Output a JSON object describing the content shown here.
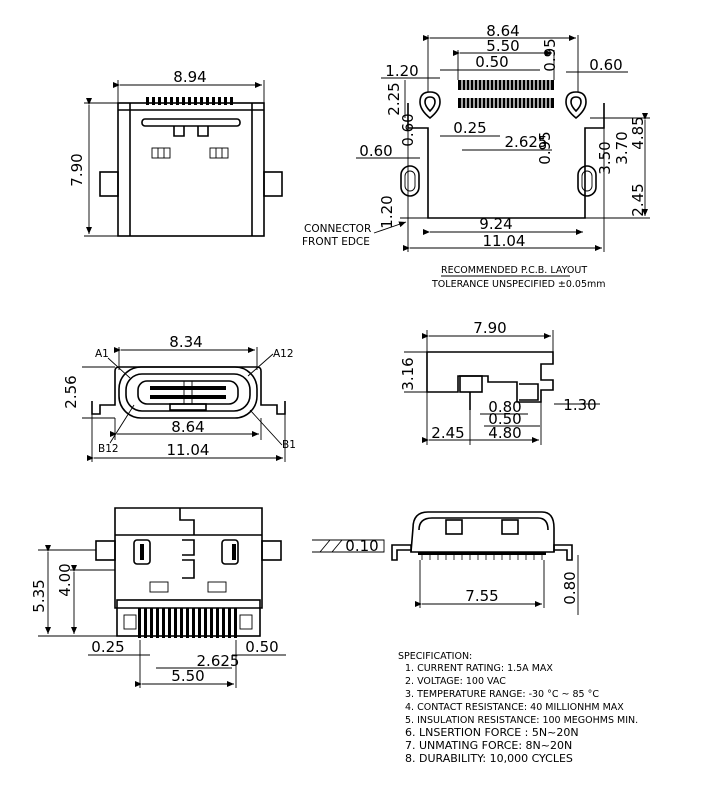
{
  "top_left": {
    "width": "8.94",
    "height": "7.90"
  },
  "pcb": {
    "d864": "8.64",
    "d550": "5.50",
    "d050": "0.50",
    "d095": "0.95",
    "d120": "1.20",
    "d060r": "0.60",
    "d225": "2.25",
    "d060m": "0.60",
    "d025": "0.25",
    "d2625": "2.625",
    "d095b": "0.95",
    "d060l": "0.60",
    "d350": "3.50",
    "d370": "3.70",
    "d485": "4.85",
    "d120b": "1.20",
    "d245": "2.45",
    "d924": "9.24",
    "d1104": "11.04",
    "connector_line1": "CONNECTOR",
    "connector_line2": "FRONT EDCE",
    "layout_title": "RECOMMENDED  P.C.B. LAYOUT",
    "tolerance": "TOLERANCE UNSPECIFIED ±0.05mm"
  },
  "front": {
    "d834": "8.34",
    "d256": "2.56",
    "d864": "8.64",
    "d1104": "11.04",
    "a1": "A1",
    "a12": "A12",
    "b12": "B12",
    "b1": "B1"
  },
  "side": {
    "d790": "7.90",
    "d316": "3.16",
    "d080": "0.80",
    "d050": "0.50",
    "d130": "1.30",
    "d245": "2.45",
    "d480": "4.80"
  },
  "bottom": {
    "d535": "5.35",
    "d400": "4.00",
    "d025": "0.25",
    "d2625": "2.625",
    "d050": "0.50",
    "d550": "5.50"
  },
  "bottom_side": {
    "d010": "0.10",
    "d755": "7.55",
    "d080": "0.80"
  },
  "spec": {
    "title": "SPECIFICATION:",
    "items": [
      "1. CURRENT RATING: 1.5A MAX",
      "2. VOLTAGE: 100 VAC",
      "3. TEMPERATURE RANGE: -30 °C ~ 85 °C",
      "4. CONTACT RESISTANCE: 40 MILLIONHM MAX",
      "5. INSULATION RESISTANCE: 100 MEGOHMS MIN.",
      "6.  LNSERTION  FORCE  :  5N~20N",
      "7.  UNMATING  FORCE:  8N~20N",
      "8.  DURABILITY:     10,000  CYCLES"
    ]
  }
}
